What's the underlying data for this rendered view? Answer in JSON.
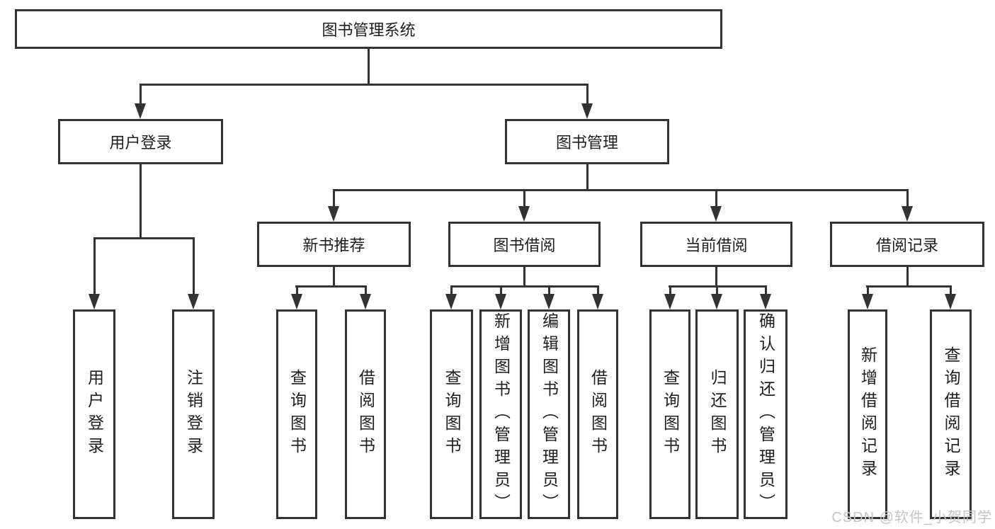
{
  "diagram": {
    "watermark": "CSDN @软件_小贺同学",
    "colors": {
      "line": "#333333",
      "box_border": "#333333",
      "text": "#1e1e1e",
      "background": "#ffffff",
      "watermark": "#c5c5c9"
    },
    "tree": {
      "label": "图书管理系统",
      "children": [
        {
          "label": "用户登录",
          "children": [
            {
              "label": "用户登录"
            },
            {
              "label": "注销登录"
            }
          ]
        },
        {
          "label": "图书管理",
          "children": [
            {
              "label": "新书推荐",
              "children": [
                {
                  "label": "查询图书"
                },
                {
                  "label": "借阅图书"
                }
              ]
            },
            {
              "label": "图书借阅",
              "children": [
                {
                  "label": "查询图书"
                },
                {
                  "label": "新增图书（管理员）"
                },
                {
                  "label": "编辑图书（管理员）"
                },
                {
                  "label": "借阅图书"
                }
              ]
            },
            {
              "label": "当前借阅",
              "children": [
                {
                  "label": "查询图书"
                },
                {
                  "label": "归还图书"
                },
                {
                  "label": "确认归还（管理员）"
                }
              ]
            },
            {
              "label": "借阅记录",
              "children": [
                {
                  "label": "新增借阅记录"
                },
                {
                  "label": "查询借阅记录"
                }
              ]
            }
          ]
        }
      ]
    }
  }
}
